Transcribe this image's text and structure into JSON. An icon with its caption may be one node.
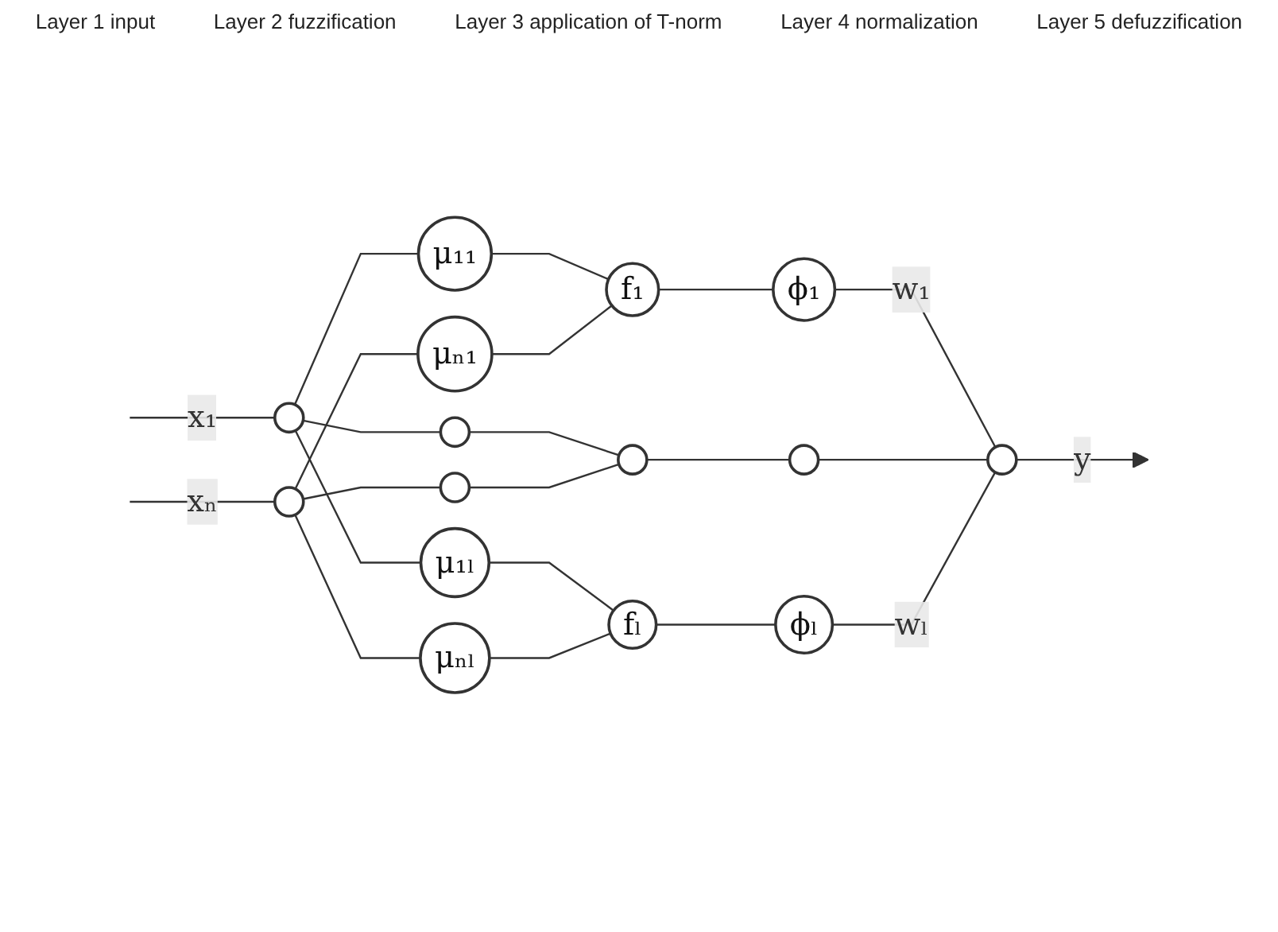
{
  "diagram": {
    "nodes": [
      {
        "text": [],
        "shape": "circle"
      },
      {
        "text": [],
        "shape": "circle"
      },
      {
        "text": [
          "μ₁₁"
        ]
      },
      {
        "text": [],
        "shape": "circle"
      },
      {
        "text": [
          "μ₁ₗ"
        ]
      },
      {
        "text": [
          "μₙ₁"
        ]
      },
      {
        "text": [],
        "shape": "circle"
      },
      {
        "text": [
          "μₙₗ"
        ]
      },
      {
        "text": [
          "f₁"
        ]
      },
      {
        "text": [],
        "shape": "circle"
      },
      {
        "text": [
          "fₗ"
        ]
      },
      {
        "text": [
          "ϕ₁"
        ]
      },
      {
        "text": [],
        "shape": "circle"
      },
      {
        "text": [
          "ϕₗ"
        ]
      },
      {
        "text": [],
        "shape": "circle"
      }
    ],
    "edges": [
      {
        "from": null,
        "to": 0,
        "arrow": "none",
        "label": "x₁"
      },
      {
        "from": null,
        "to": 1,
        "arrow": "none",
        "label": "xₙ"
      },
      {
        "from": 0,
        "to": 2,
        "arrow": "none"
      },
      {
        "from": 0,
        "to": 3,
        "arrow": "none"
      },
      {
        "from": 0,
        "to": 4,
        "arrow": "none"
      },
      {
        "from": 1,
        "to": 5,
        "arrow": "none"
      },
      {
        "from": 1,
        "to": 6,
        "arrow": "none"
      },
      {
        "from": 1,
        "to": 7,
        "arrow": "none"
      },
      {
        "from": 2,
        "to": 8,
        "arrow": "none"
      },
      {
        "from": 3,
        "to": 9,
        "arrow": "none"
      },
      {
        "from": 4,
        "to": 10,
        "arrow": "none"
      },
      {
        "from": 5,
        "to": 8,
        "arrow": "none"
      },
      {
        "from": 6,
        "to": 9,
        "arrow": "none"
      },
      {
        "from": 7,
        "to": 10,
        "arrow": "none"
      },
      {
        "from": 8,
        "to": 11,
        "arrow": "none"
      },
      {
        "from": 9,
        "to": 12,
        "arrow": "none"
      },
      {
        "from": 10,
        "to": 13,
        "arrow": "none"
      },
      {
        "from": 11,
        "to": 14,
        "arrow": "none",
        "label": "w₁"
      },
      {
        "from": 12,
        "to": 14,
        "arrow": "none"
      },
      {
        "from": 13,
        "to": 14,
        "arrow": "none",
        "label": "wₗ"
      },
      {
        "from": 14,
        "to": null,
        "arrow": "to",
        "label": "y"
      }
    ],
    "labels": [
      "Layer 1 input",
      "Layer 2 fuzzification",
      "Layer 3 application of T-norm",
      "Layer 4 normalization",
      "Layer 5 defuzzification"
    ]
  }
}
